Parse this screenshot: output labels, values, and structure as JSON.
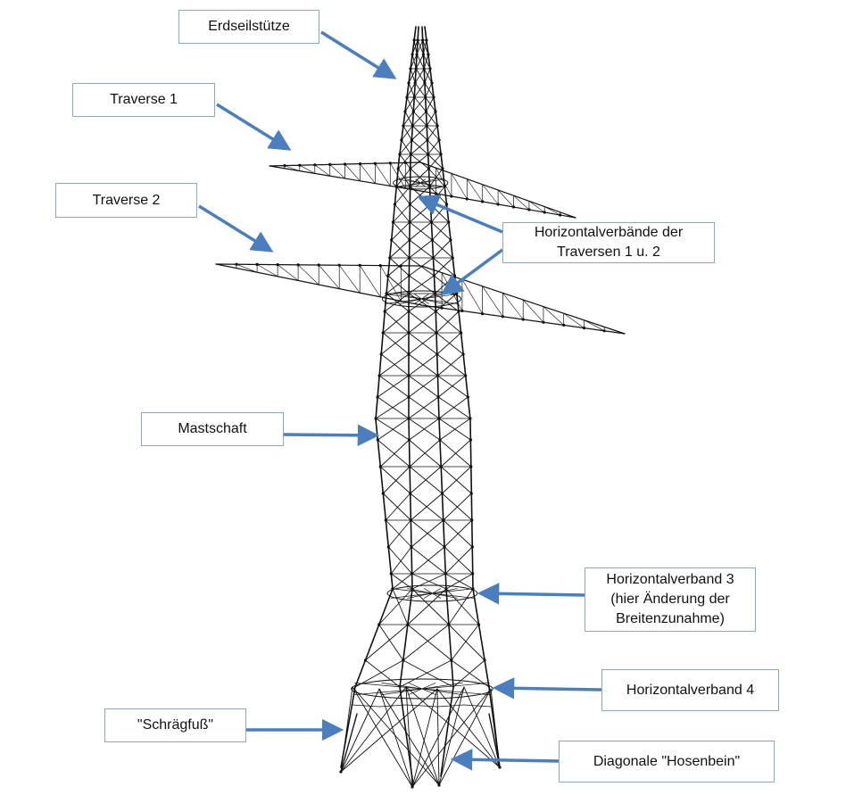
{
  "colors": {
    "arrow": "#4a7ebf",
    "box_border": "#8ea7c6",
    "tower": "#111111"
  },
  "labels": {
    "erdseilstuetze": [
      "Erdseilstütze"
    ],
    "traverse1": [
      "Traverse 1"
    ],
    "traverse2": [
      "Traverse 2"
    ],
    "horizontalverbaende": [
      "Horizontalverbände der",
      "Traversen 1 u. 2"
    ],
    "mastschaft": [
      "Mastschaft"
    ],
    "horizontalverband3": [
      "Horizontalverband 3",
      "(hier Änderung der",
      "Breitenzunahme)"
    ],
    "horizontalverband4": [
      "Horizontalverband 4"
    ],
    "schraegfuss": [
      "\"Schrägfuß\""
    ],
    "hosenbein": [
      "Diagonale \"Hosenbein\""
    ]
  }
}
